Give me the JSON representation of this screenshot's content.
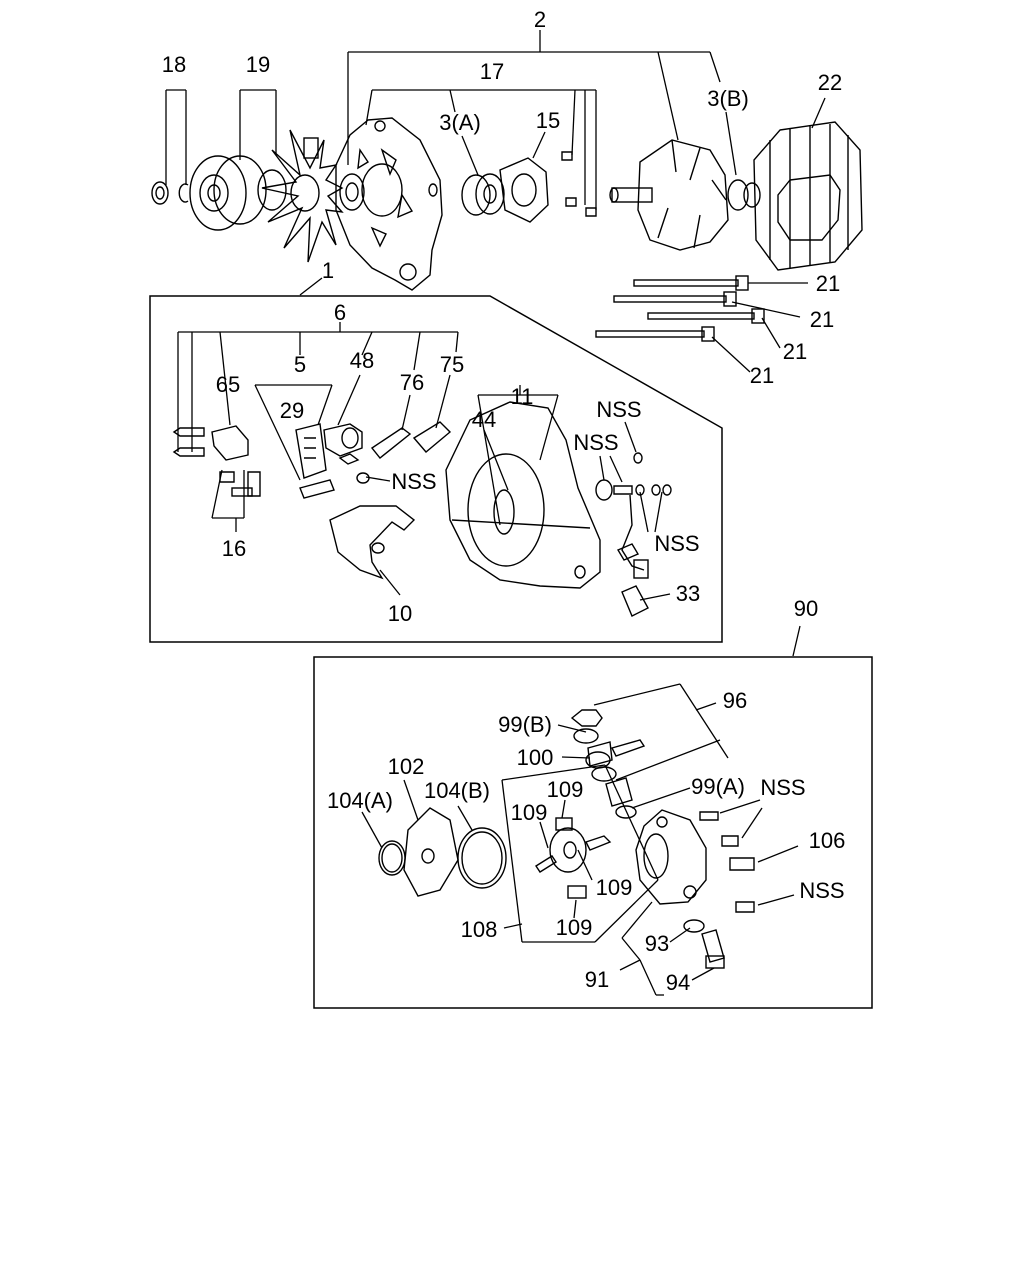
{
  "diagram": {
    "callouts": [
      {
        "id": "c2",
        "text": "2"
      },
      {
        "id": "c17",
        "text": "17"
      },
      {
        "id": "c18",
        "text": "18"
      },
      {
        "id": "c19",
        "text": "19"
      },
      {
        "id": "c3a",
        "text": "3(A)"
      },
      {
        "id": "c15",
        "text": "15"
      },
      {
        "id": "c3b",
        "text": "3(B)"
      },
      {
        "id": "c22",
        "text": "22"
      },
      {
        "id": "c21a",
        "text": "21"
      },
      {
        "id": "c21b",
        "text": "21"
      },
      {
        "id": "c21c",
        "text": "21"
      },
      {
        "id": "c21d",
        "text": "21"
      },
      {
        "id": "c1",
        "text": "1"
      },
      {
        "id": "c6",
        "text": "6"
      },
      {
        "id": "c65",
        "text": "65"
      },
      {
        "id": "c5",
        "text": "5"
      },
      {
        "id": "c48",
        "text": "48"
      },
      {
        "id": "c76",
        "text": "76"
      },
      {
        "id": "c75",
        "text": "75"
      },
      {
        "id": "c29",
        "text": "29"
      },
      {
        "id": "c11",
        "text": "11"
      },
      {
        "id": "c44",
        "text": "44"
      },
      {
        "id": "cnss1",
        "text": "NSS"
      },
      {
        "id": "cnss2",
        "text": "NSS"
      },
      {
        "id": "cnss3",
        "text": "NSS"
      },
      {
        "id": "cnss4",
        "text": "NSS"
      },
      {
        "id": "c16",
        "text": "16"
      },
      {
        "id": "c10",
        "text": "10"
      },
      {
        "id": "c33",
        "text": "33"
      },
      {
        "id": "c90",
        "text": "90"
      },
      {
        "id": "c96",
        "text": "96"
      },
      {
        "id": "c99b",
        "text": "99(B)"
      },
      {
        "id": "c100",
        "text": "100"
      },
      {
        "id": "c99a",
        "text": "99(A)"
      },
      {
        "id": "cnss5",
        "text": "NSS"
      },
      {
        "id": "c102",
        "text": "102"
      },
      {
        "id": "c104a",
        "text": "104(A)"
      },
      {
        "id": "c104b",
        "text": "104(B)"
      },
      {
        "id": "c109a",
        "text": "109"
      },
      {
        "id": "c109b",
        "text": "109"
      },
      {
        "id": "c109c",
        "text": "109"
      },
      {
        "id": "c109d",
        "text": "109"
      },
      {
        "id": "c106",
        "text": "106"
      },
      {
        "id": "cnss6",
        "text": "NSS"
      },
      {
        "id": "c108",
        "text": "108"
      },
      {
        "id": "c93",
        "text": "93"
      },
      {
        "id": "c91",
        "text": "91"
      },
      {
        "id": "c94",
        "text": "94"
      }
    ]
  }
}
